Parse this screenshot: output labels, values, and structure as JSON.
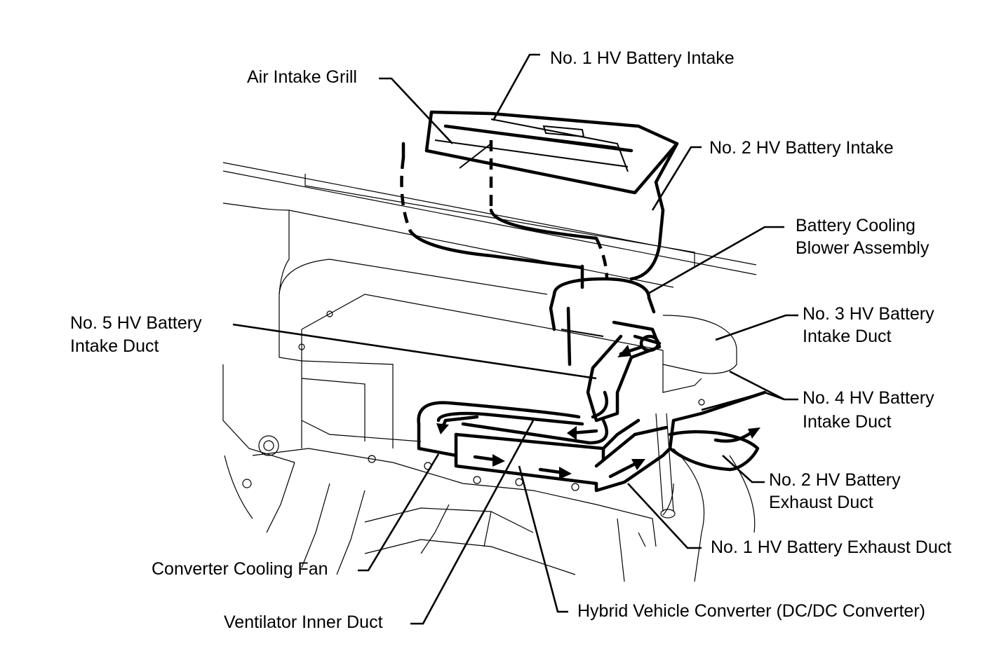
{
  "labels": {
    "no1_hv_battery_intake": "No. 1 HV Battery Intake",
    "air_intake_grill": "Air Intake Grill",
    "no2_hv_battery_intake": "No. 2 HV Battery Intake",
    "battery_cooling_blower_line1": "Battery Cooling",
    "battery_cooling_blower_line2": "Blower Assembly",
    "no5_intake_duct_line1": "No. 5 HV Battery",
    "no5_intake_duct_line2": "Intake Duct",
    "no3_intake_duct_line1": "No. 3 HV Battery",
    "no3_intake_duct_line2": "Intake Duct",
    "no4_intake_duct_line1": "No. 4 HV Battery",
    "no4_intake_duct_line2": "Intake Duct",
    "no2_exhaust_duct_line1": "No. 2 HV Battery",
    "no2_exhaust_duct_line2": "Exhaust Duct",
    "no1_exhaust_duct": "No. 1 HV Battery Exhaust Duct",
    "converter_cooling_fan": "Converter Cooling Fan",
    "ventilator_inner_duct": "Ventilator Inner Duct",
    "hybrid_vehicle_converter": "Hybrid Vehicle Converter (DC/DC Converter)"
  }
}
